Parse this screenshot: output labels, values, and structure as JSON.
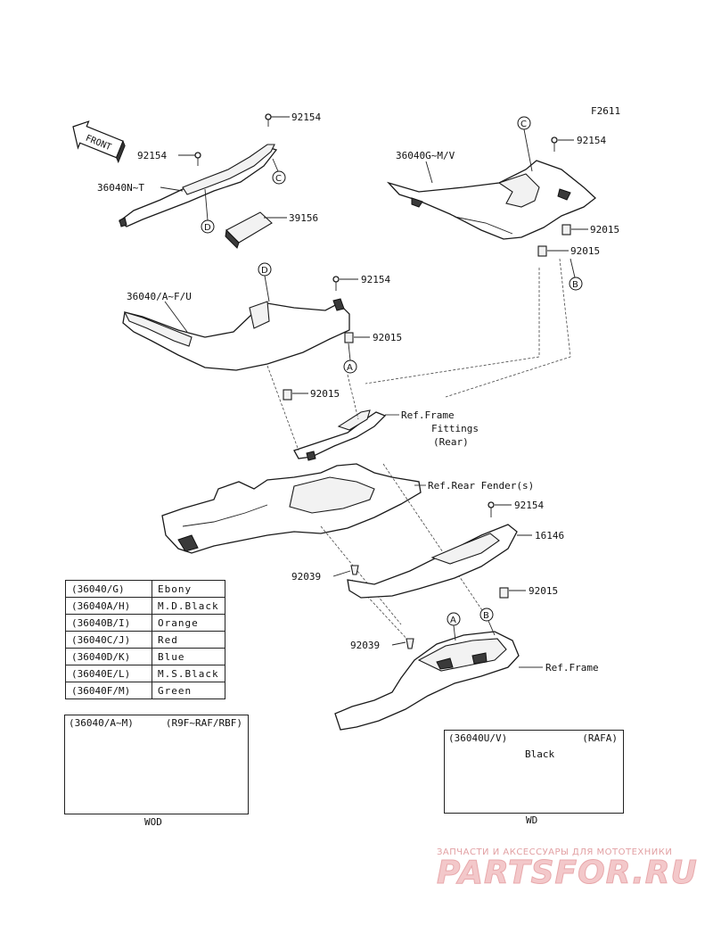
{
  "figure_id": "F2611",
  "front_arrow_label": "FRONT",
  "part_numbers": {
    "p92154_a": "92154",
    "p92154_b": "92154",
    "p92154_c": "92154",
    "p92154_d": "92154",
    "p92154_e": "92154",
    "p36040NT": "36040N~T",
    "p39156": "39156",
    "p36040GMV": "36040G~M/V",
    "p92015_a": "92015",
    "p92015_b": "92015",
    "p36040AFU": "36040/A~F/U",
    "p92015_c": "92015",
    "p92015_d": "92015",
    "p16146": "16146",
    "p92015_e": "92015",
    "p92039_a": "92039",
    "p92039_b": "92039"
  },
  "reference_labels": {
    "frame_fittings_1": "Ref.Frame",
    "frame_fittings_2": "Fittings",
    "frame_fittings_3": "(Rear)",
    "rear_fender": "Ref.Rear Fender(s)",
    "frame": "Ref.Frame"
  },
  "callouts": {
    "c_upper_left": "C",
    "d_upper_left": "D",
    "c_upper_right": "C",
    "b_upper_right": "B",
    "d_middle": "D",
    "a_middle": "A",
    "a_lower": "A",
    "b_lower": "B"
  },
  "color_table": [
    {
      "code": "(36040/G)",
      "name": "Ebony"
    },
    {
      "code": "(36040A/H)",
      "name": "M.D.Black"
    },
    {
      "code": "(36040B/I)",
      "name": "Orange"
    },
    {
      "code": "(36040C/J)",
      "name": "Red"
    },
    {
      "code": "(36040D/K)",
      "name": "Blue"
    },
    {
      "code": "(36040E/L)",
      "name": "M.S.Black"
    },
    {
      "code": "(36040F/M)",
      "name": "Green"
    }
  ],
  "variant_left": {
    "code": "(36040/A~M)",
    "model": "(R9F~RAF/RBF)",
    "caption": "WOD"
  },
  "variant_right": {
    "code": "(36040U/V)",
    "model": "(RAFA)",
    "note": "Black",
    "caption": "WD"
  },
  "watermark": {
    "caption": "ЗАПЧАСТИ И АКСЕССУАРЫ ДЛЯ МОТОТЕХНИКИ",
    "logo": "PARTSFOR.RU"
  },
  "colors": {
    "line": "#1a1a1a",
    "watermark": "#e8a9ac"
  }
}
